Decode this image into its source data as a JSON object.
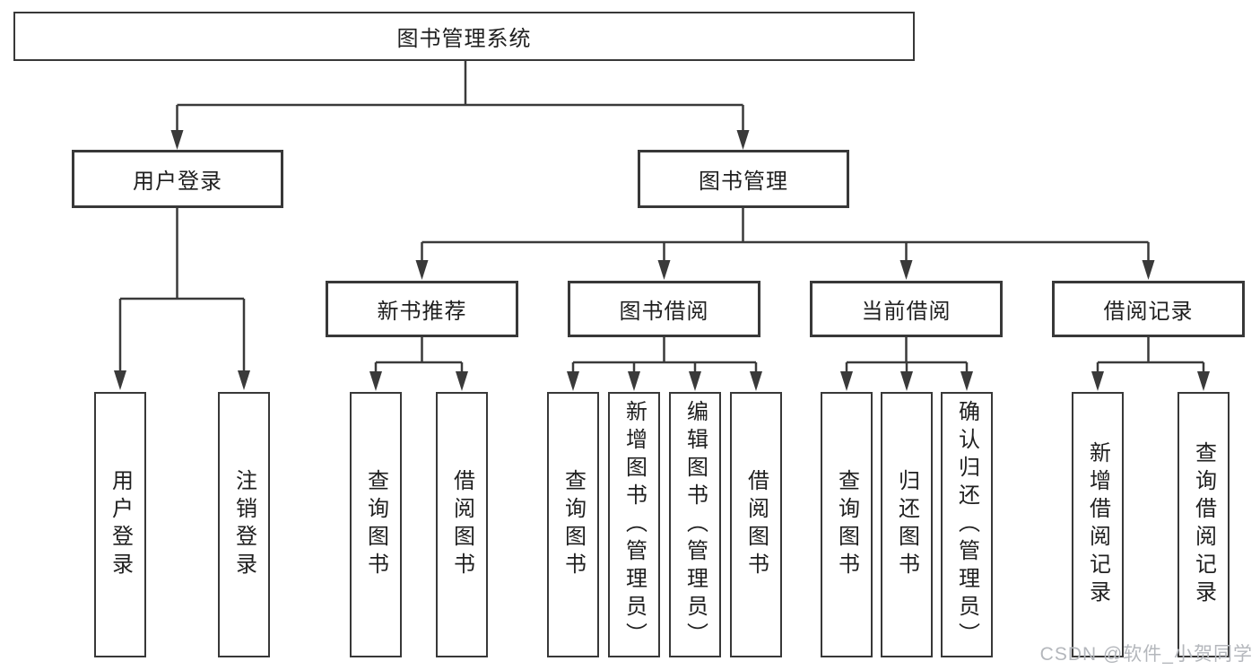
{
  "diagram": {
    "title": "图书管理系统",
    "colors": {
      "line": "#3a3a3a",
      "box_border": "#383838",
      "box_fill": "#ffffff",
      "text": "#1f1f1f",
      "watermark": "#b4b7bc"
    },
    "nodes": {
      "root": "图书管理系统",
      "level2": [
        "用户登录",
        "图书管理"
      ],
      "level3": [
        "新书推荐",
        "图书借阅",
        "当前借阅",
        "借阅记录"
      ],
      "user_login_children": [
        "用户登录",
        "注销登录"
      ],
      "recommend_children": [
        "查询图书",
        "借阅图书"
      ],
      "borrow_children": [
        "查询图书",
        "新增图书（管理员）",
        "编辑图书（管理员）",
        "借阅图书"
      ],
      "current_children": [
        "查询图书",
        "归还图书",
        "确认归还（管理员）"
      ],
      "record_children": [
        "新增借阅记录",
        "查询借阅记录"
      ]
    }
  },
  "watermark": "CSDN @软件_小贺同学"
}
